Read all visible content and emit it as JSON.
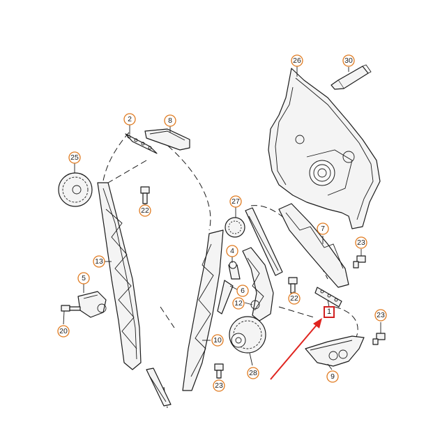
{
  "diagram": {
    "callouts": {
      "c2": "2",
      "c8": "8",
      "c25": "25",
      "c22a": "22",
      "c13": "13",
      "c5": "5",
      "c20": "20",
      "c26": "26",
      "c30": "30",
      "c27": "27",
      "c4": "4",
      "c6": "6",
      "c12": "12",
      "c22b": "22",
      "c7": "7",
      "c23a": "23",
      "c23b": "23",
      "c10": "10",
      "c28": "28",
      "c23c": "23",
      "c9": "9"
    },
    "highlighted_part": "1",
    "colors": {
      "callout_ring": "#e07a1f",
      "highlight": "#d11f1f",
      "arrow": "#e0241f",
      "line": "#1a1a1a"
    }
  }
}
